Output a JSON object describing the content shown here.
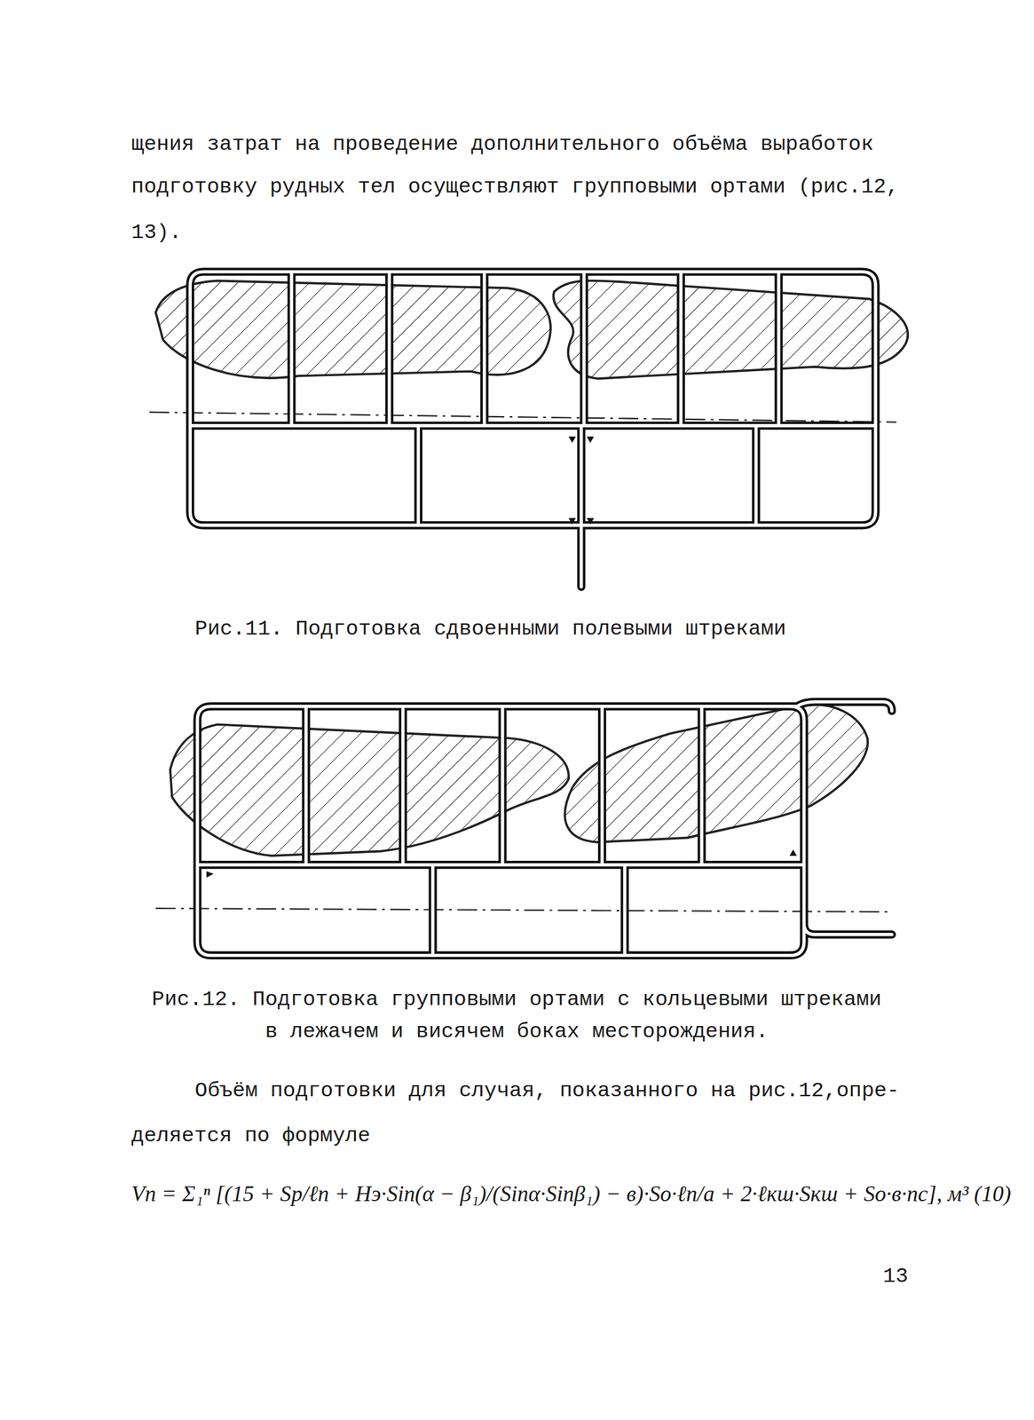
{
  "diagram": {
    "labels": [
      "щения затрат на проведение дополнительного объёма выработок",
      "подготовку рудных тел осуществляют групповыми ортами (рис.12,",
      "13).",
      "Рис.11. Подготовка сдвоенными полевыми штреками",
      "Рис.12. Подготовка групповыми ортами с кольцевыми штреками",
      "в лежачем и висячем боках месторождения.",
      "Объём подготовки для случая, показанного на рис.12,опре-",
      "деляется по формуле",
      "Vп = Σ₁ⁿ [(15 + Sр/ℓп + Hэ·Sin(α − β₁)/(Sinα·Sinβ₁) − в)·Sо·ℓп/a + 2·ℓкш·Sкш + Sо·в·nс], м³ (10)",
      "13"
    ]
  }
}
